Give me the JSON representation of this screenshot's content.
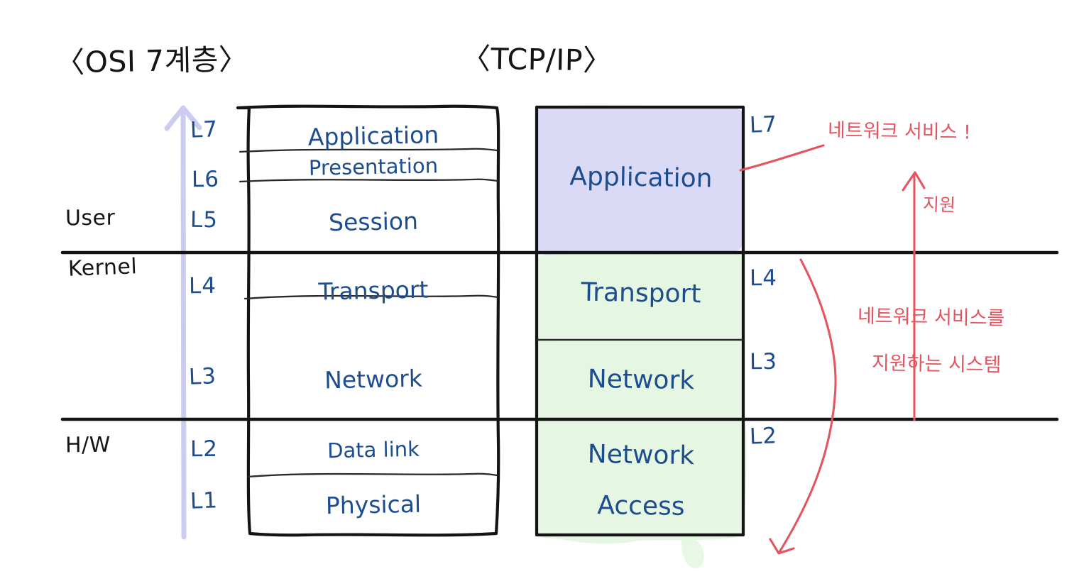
{
  "titles": {
    "osi": "〈OSI 7계층〉",
    "tcpip": "〈TCP/IP〉"
  },
  "colors": {
    "ink_black": "#151515",
    "ink_blue": "#1d4d8f",
    "ink_red": "#e5555f",
    "highlight_lavender": "#d8d8f5",
    "highlight_green": "#e4f5e0",
    "arrow_lavender": "#ccccf0"
  },
  "zones": [
    {
      "label": "User"
    },
    {
      "label": "Kernel"
    },
    {
      "label": "H/W"
    }
  ],
  "osi": {
    "level_labels": [
      "L7",
      "L6",
      "L5",
      "L4",
      "L3",
      "L2",
      "L1"
    ],
    "layers": [
      {
        "level": "L7",
        "name": "Application"
      },
      {
        "level": "L6",
        "name": "Presentation"
      },
      {
        "level": "L5",
        "name": "Session"
      },
      {
        "level": "L4",
        "name": "Transport"
      },
      {
        "level": "L3",
        "name": "Network"
      },
      {
        "level": "L2",
        "name": "Data link"
      },
      {
        "level": "L1",
        "name": "Physical"
      }
    ]
  },
  "tcpip": {
    "layers": [
      {
        "level": "L7",
        "name": "Application",
        "highlight": "lavender"
      },
      {
        "level": "L4",
        "name": "Transport",
        "highlight": "green"
      },
      {
        "level": "L3",
        "name": "Network",
        "highlight": "green"
      },
      {
        "level": "L2",
        "name_line1": "Network",
        "name_line2": "Access",
        "highlight": "green"
      }
    ],
    "level_labels": [
      "L7",
      "L4",
      "L3",
      "L2"
    ]
  },
  "annotations": {
    "service": "네트워크 서비스 !",
    "support": "지원",
    "system_line1": "네트워크 서비스를",
    "system_line2": "지원하는 시스템"
  }
}
